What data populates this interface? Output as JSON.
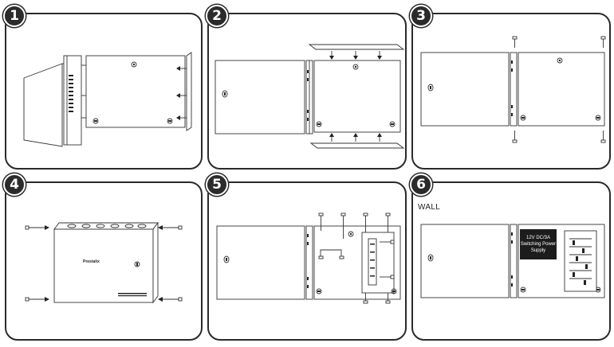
{
  "steps": [
    {
      "number": "1"
    },
    {
      "number": "2"
    },
    {
      "number": "3"
    },
    {
      "number": "4",
      "brand": "Prestalix"
    },
    {
      "number": "5"
    },
    {
      "number": "6",
      "wall_label": "WALL",
      "psu_lines": [
        "12V DC/3A",
        "Switching Power",
        "Supply"
      ]
    }
  ]
}
